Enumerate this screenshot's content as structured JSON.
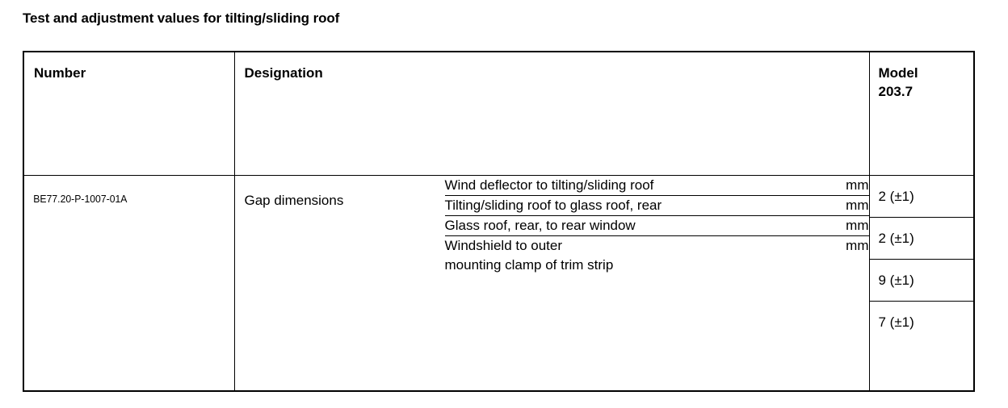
{
  "document": {
    "title": "Test and adjustment values for tilting/sliding roof"
  },
  "table": {
    "headers": {
      "number": "Number",
      "designation": "Designation",
      "model_line1": "Model",
      "model_line2": "203.7"
    },
    "rows": [
      {
        "number": "BE77.20-P-1007-01A",
        "designation": "Gap dimensions",
        "items": [
          {
            "description_line1": "Wind deflector to tilting/sliding roof",
            "description_line2": "",
            "unit": "mm",
            "value": "2 (±1)"
          },
          {
            "description_line1": "Tilting/sliding roof to glass roof, rear",
            "description_line2": "",
            "unit": "mm",
            "value": "2 (±1)"
          },
          {
            "description_line1": "Glass roof, rear, to rear window",
            "description_line2": "",
            "unit": "mm",
            "value": "9 (±1)"
          },
          {
            "description_line1": "Windshield to outer",
            "description_line2": "mounting clamp of trim strip",
            "unit": "mm",
            "value": "7 (±1)"
          }
        ]
      }
    ]
  }
}
